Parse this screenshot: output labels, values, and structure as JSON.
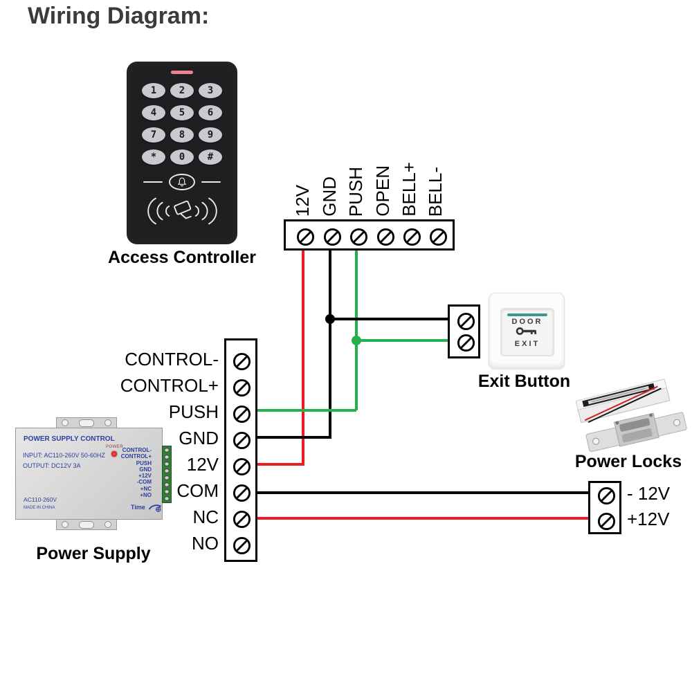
{
  "title": "Wiring Diagram:",
  "colors": {
    "wire_red": "#ed1c24",
    "wire_green": "#22b14c",
    "wire_black": "#000000",
    "led_bar": "#ef8292",
    "teal_line": "#3a9693",
    "psu_text": "#2b3f9e"
  },
  "access_controller": {
    "label": "Access Controller",
    "keys": [
      "1",
      "2",
      "3",
      "4",
      "5",
      "6",
      "7",
      "8",
      "9",
      "*",
      "0",
      "#"
    ]
  },
  "controller_terminal": {
    "labels": [
      "12V",
      "GND",
      "PUSH",
      "OPEN",
      "BELL+",
      "BELL-"
    ]
  },
  "exit_button": {
    "label": "Exit Button",
    "line1": "DOOR",
    "line2": "EXIT"
  },
  "power_supply": {
    "label": "Power Supply",
    "title": "POWER SUPPLY CONTROL",
    "input": "INPUT: AC110-260V 50-60HZ",
    "output": "OUTPUT: DC12V  3A",
    "voltage": "AC110-260V",
    "origin": "MADE IN CHINA",
    "power_led": "POWER",
    "time_label": "Time",
    "terminal_labels": [
      "CONTROL-",
      "CONTROL+",
      "PUSH",
      "GND",
      "+12V",
      "-COM",
      "+NC",
      "+NO"
    ]
  },
  "power_terminal": {
    "labels": [
      "CONTROL-",
      "CONTROL+",
      "PUSH",
      "GND",
      "12V",
      "COM",
      "NC",
      "NO"
    ]
  },
  "power_locks": {
    "label": "Power Locks",
    "terminal_labels": [
      "- 12V",
      "+12V"
    ]
  }
}
